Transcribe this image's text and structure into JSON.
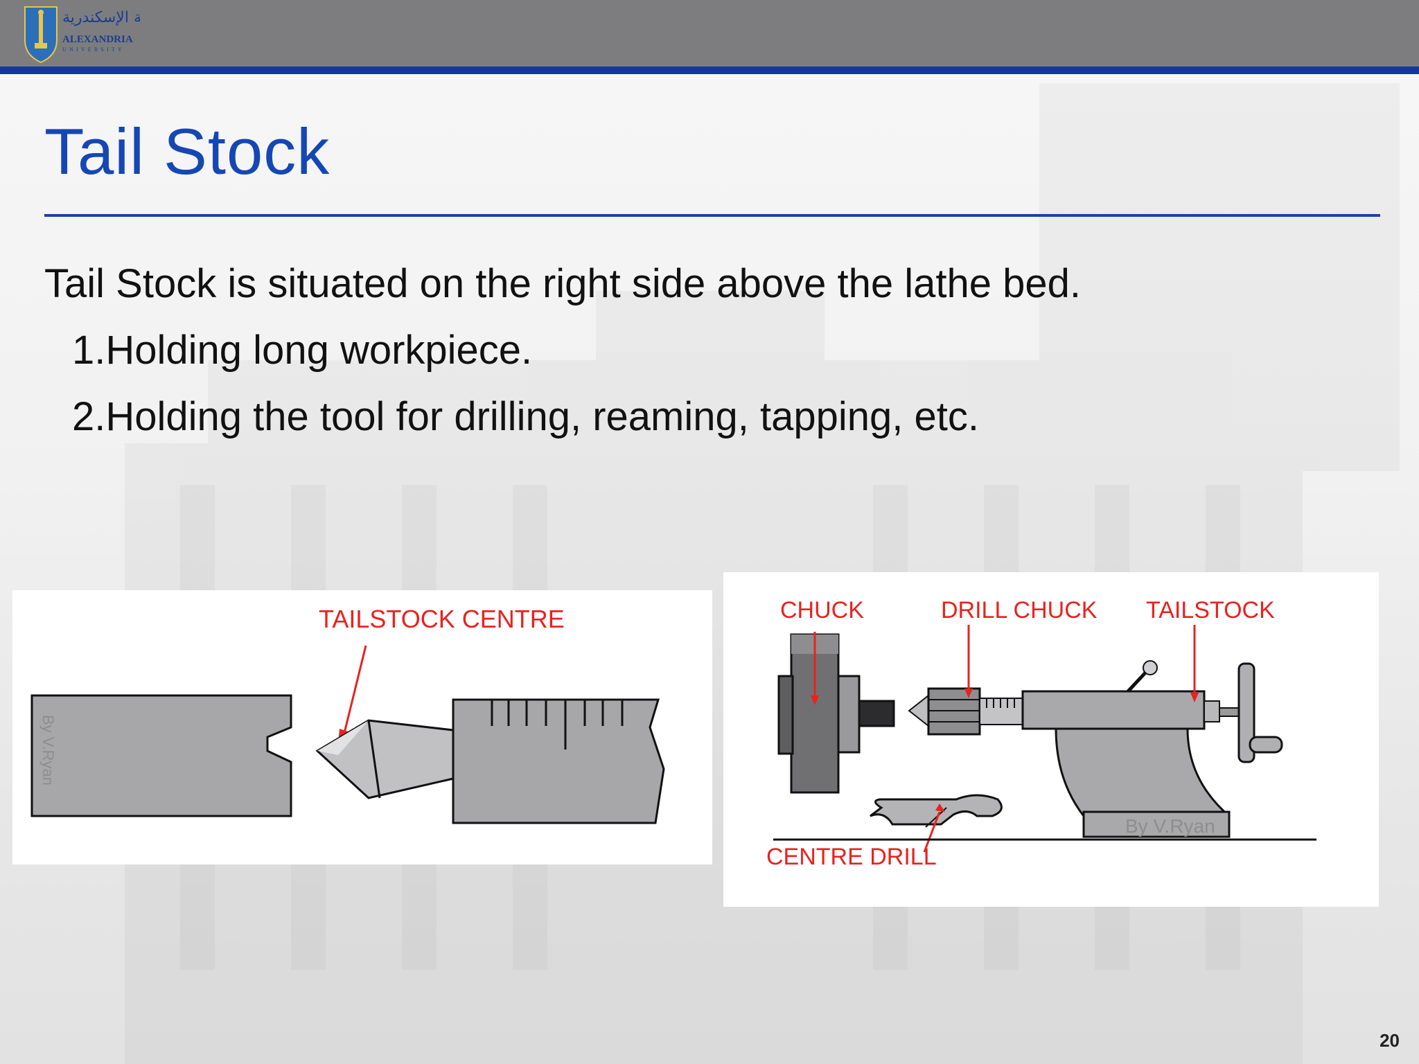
{
  "header": {
    "logo_name_line1": "ALEXANDRIA",
    "logo_name_line2": "UNIVERSITY",
    "logo_arabic": "جامعة الإسكندرية",
    "colors": {
      "bar": "#7d7d7f",
      "accent": "#13379a"
    }
  },
  "slide": {
    "title": "Tail Stock",
    "intro": "Tail Stock is situated on the right side above the lathe bed.",
    "items": [
      "1.Holding long workpiece.",
      "2.Holding the tool for drilling, reaming, tapping, etc."
    ],
    "page_number": "20",
    "title_color": "#1547b4"
  },
  "figure_left": {
    "label": "TAILSTOCK CENTRE",
    "watermark": "By V.Ryan"
  },
  "figure_right": {
    "label_chuck": "CHUCK",
    "label_drill_chuck": "DRILL CHUCK",
    "label_tailstock": "TAILSTOCK",
    "label_centre_drill": "CENTRE DRILL",
    "watermark": "By V.Ryan"
  }
}
